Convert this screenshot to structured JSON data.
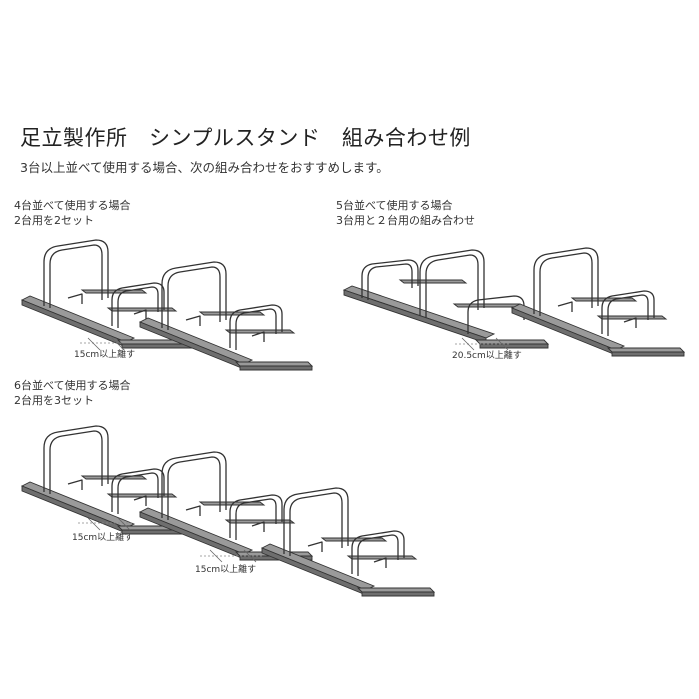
{
  "title": "足立製作所　シンプルスタンド　組み合わせ例",
  "subtitle": "3台以上並べて使用する場合、次の組み合わせをおすすめします。",
  "examples": [
    {
      "line1": "4台並べて使用する場合",
      "line2": "2台用を2セット",
      "distances": [
        "15cm以上離す"
      ]
    },
    {
      "line1": "5台並べて使用する場合",
      "line2": "3台用と２台用の組み合わせ",
      "distances": [
        "20.5cm以上離す"
      ]
    },
    {
      "line1": "6台並べて使用する場合",
      "line2": "2台用を3セット",
      "distances": [
        "15cm以上離す",
        "15cm以上離す"
      ]
    }
  ],
  "colors": {
    "steel": "#333333",
    "base_top": "#9a9a9a",
    "base_side": "#6e6e6e"
  },
  "icons": [
    "bicycle-stand-2-slot",
    "bicycle-stand-3-slot"
  ]
}
